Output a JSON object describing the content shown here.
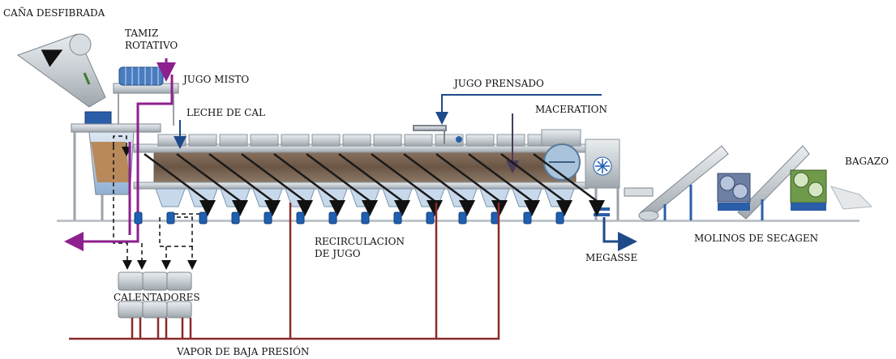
{
  "labels": {
    "cane": "CAÑA DESFIBRADA",
    "screen_line1": "TAMIZ",
    "screen_line2": "ROTATIVO",
    "mixed_juice": "JUGO MISTO",
    "milk_of_lime": "LECHE DE CAL",
    "pressed_juice": "JUGO PRENSADO",
    "maceration": "MACERATION",
    "bagasse": "BAGAZO",
    "recirc_line1": "RECIRCULACION",
    "recirc_line2": "DE JUGO",
    "megasse": "MEGASSE",
    "mills": "MOLINOS DE SECAGEN",
    "heaters": "CALENTADORES",
    "steam": "VAPOR DE BAJA PRESIÓN"
  },
  "colors": {
    "steam_line": "#8b2a2a",
    "mixed_juice_line": "#8e1f8e",
    "lime_line": "#1f4a8a",
    "equipment_gray": "#c9ced3",
    "pump_blue": "#1f5fb0",
    "recirc_arrow": "#1a1a1a"
  }
}
